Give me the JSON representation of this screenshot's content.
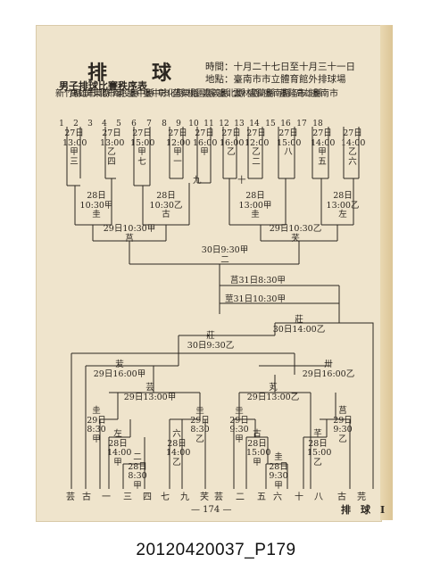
{
  "title": "排　球",
  "time_line": "時間：十月二十七日至十月三十一日",
  "place_line": "地點：臺南市市立體育館外排球場",
  "subtitle": "男子排球比賽秩序表",
  "teams": [
    {
      "name": "新竹縣",
      "no": "1"
    },
    {
      "name": "高雄市",
      "no": "2"
    },
    {
      "name": "屏東縣",
      "no": "3"
    },
    {
      "name": "北市東",
      "no": "4"
    },
    {
      "name": "南投縣",
      "no": "5"
    },
    {
      "name": "臺中縣",
      "no": "6"
    },
    {
      "name": "臺中市",
      "no": "7"
    },
    {
      "name": "彰化縣",
      "no": "8"
    },
    {
      "name": "苗栗縣",
      "no": "9"
    },
    {
      "name": "桃園縣",
      "no": "10"
    },
    {
      "name": "嘉義縣",
      "no": "11"
    },
    {
      "name": "臺北縣",
      "no": "12"
    },
    {
      "name": "雲林縣",
      "no": "13"
    },
    {
      "name": "宜蘭縣",
      "no": "14"
    },
    {
      "name": "臺南縣",
      "no": "15"
    },
    {
      "name": "基隆市",
      "no": "16"
    },
    {
      "name": "高雄縣",
      "no": "17"
    },
    {
      "name": "臺南市",
      "no": "18"
    }
  ],
  "round1": [
    {
      "text": "27日\n13:00\n甲\n三"
    },
    {
      "text": "27日\n13:00\n乙\n四"
    },
    {
      "text": "27日\n15:00\n甲\n七"
    },
    {
      "text": "27日\n12:00\n甲\n一"
    },
    {
      "text": "27日\n16:00\n甲"
    },
    {
      "text": "27日\n16:00\n乙"
    },
    {
      "text": "27日\n12:00\n乙\n二"
    },
    {
      "text": "27日\n15:00\n八"
    },
    {
      "text": "27日\n14:00\n甲\n五"
    },
    {
      "text": "27日\n14:00\n乙\n六"
    }
  ],
  "marks": {
    "nine": "九",
    "ten": "十"
  },
  "round2": [
    {
      "text": "28日\n10:30甲\n圭"
    },
    {
      "text": "28日\n10:30乙\n古"
    },
    {
      "text": "28日\n13:00甲\n圭"
    },
    {
      "text": "28日\n13:00乙\n左"
    }
  ],
  "round3": [
    {
      "text": "29日10:30甲\n莒"
    },
    {
      "text": "29日10:30乙\n芺"
    }
  ],
  "final_upper": {
    "text": "30日9:30甲\n二"
  },
  "mid_games": [
    {
      "text": "莒31日8:30甲"
    },
    {
      "text": "莖31日10:30甲"
    }
  ],
  "lower_top": {
    "text": "莊\n30日14:00乙"
  },
  "lower_30": {
    "text": "莊\n30日9:30乙"
  },
  "lower_29": [
    {
      "text": "苃\n29日16:00甲"
    },
    {
      "text": "卅\n29日16:00乙"
    },
    {
      "text": "芸\n29日13:00甲"
    },
    {
      "text": "芄\n29日13:00乙"
    }
  ],
  "lower_small": [
    {
      "text": "圭\n29日\n8:30\n甲"
    },
    {
      "text": "左\n28日\n14:00\n甲"
    },
    {
      "text": "二\n28日\n8:30\n甲"
    },
    {
      "text": "六\n28日\n14:00\n乙"
    },
    {
      "text": "圭\n29日\n8:30\n乙"
    },
    {
      "text": "圭\n29日\n9:30\n甲"
    },
    {
      "text": "古\n28日\n15:00\n甲"
    },
    {
      "text": "圭\n28日\n9:30\n甲"
    },
    {
      "text": "芊\n28日\n15:00\n乙"
    },
    {
      "text": "莒\n29日\n9:30\n乙"
    }
  ],
  "bottom_labels": [
    "芸",
    "古",
    "一",
    "三",
    "四",
    "七",
    "九",
    "芺",
    "芸",
    "二",
    "五",
    "六",
    "十",
    "八",
    "古",
    "芫"
  ],
  "page_number": "— 174 —",
  "running_head": "排　球　I",
  "caption": "20120420037_P179"
}
